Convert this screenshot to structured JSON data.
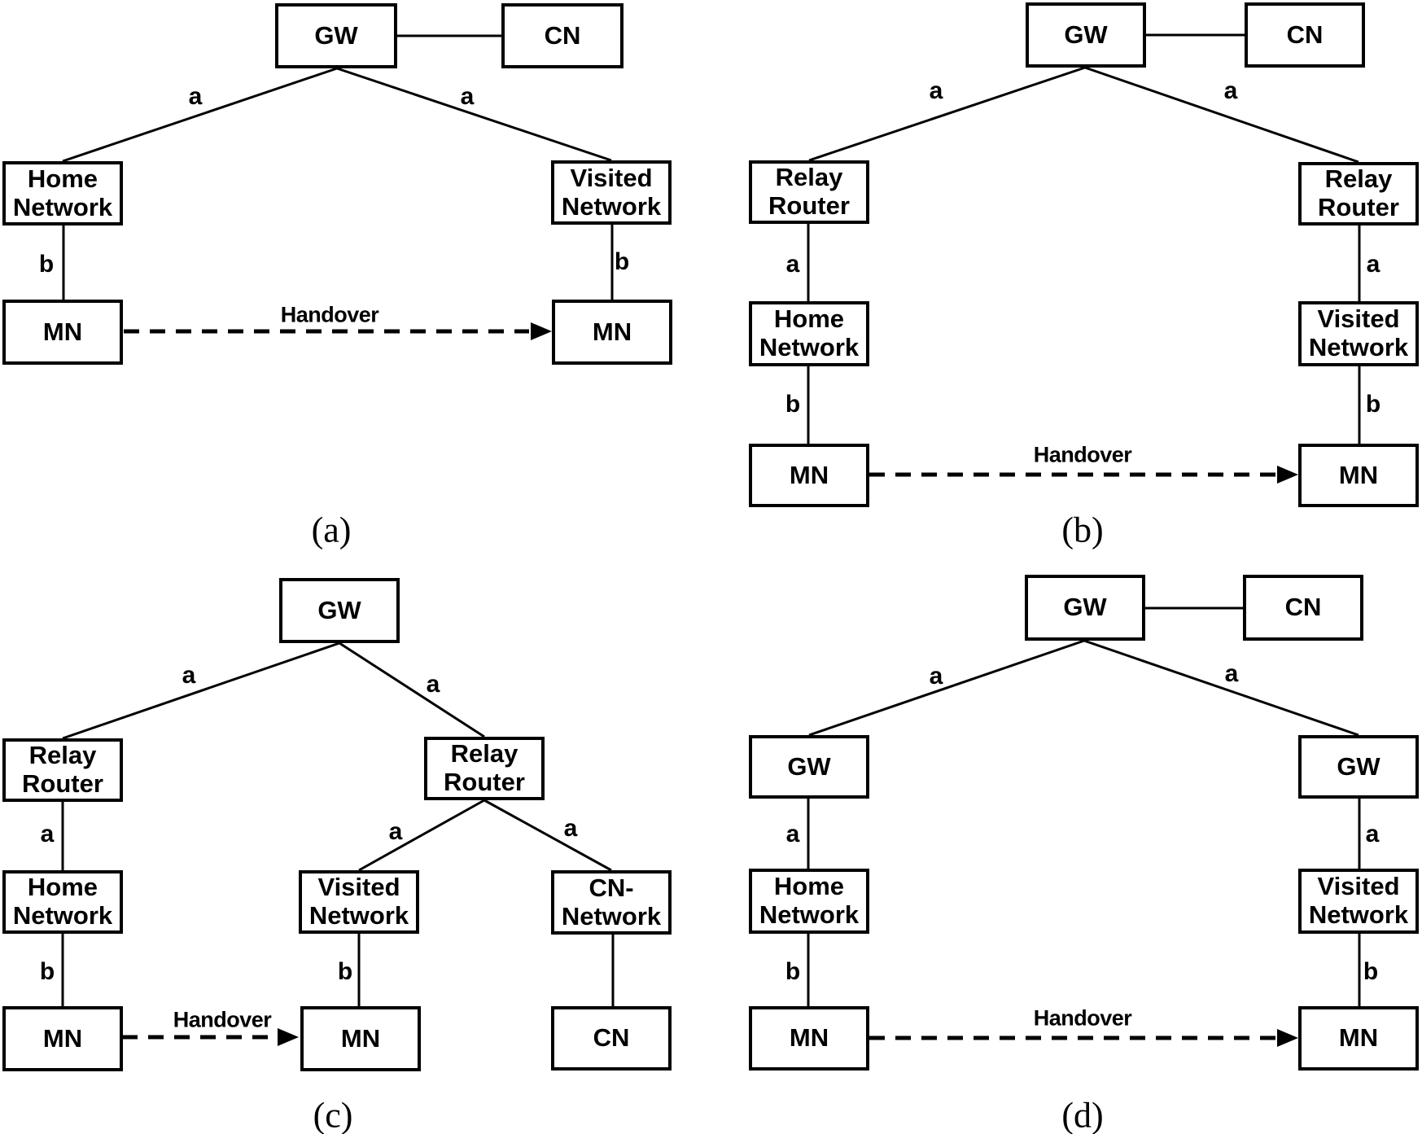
{
  "colors": {
    "ink": "#000000",
    "background": "#ffffff"
  },
  "figure": {
    "panels": {
      "a": {
        "caption": "(a)",
        "handover_label": "Handover",
        "nodes": {
          "gw": "GW",
          "cn": "CN",
          "home_network": "Home Network",
          "visited_network": "Visited Network",
          "mn_home": "MN",
          "mn_visited": "MN"
        },
        "edge_labels": {
          "gw_home": "a",
          "gw_visited": "a",
          "home_mn": "b",
          "visited_mn": "b"
        }
      },
      "b": {
        "caption": "(b)",
        "handover_label": "Handover",
        "nodes": {
          "gw": "GW",
          "cn": "CN",
          "relay_router_home": "Relay Router",
          "relay_router_visited": "Relay Router",
          "home_network": "Home Network",
          "visited_network": "Visited Network",
          "mn_home": "MN",
          "mn_visited": "MN"
        },
        "edge_labels": {
          "gw_relay_home": "a",
          "gw_relay_visited": "a",
          "relay_home": "a",
          "relay_visited": "a",
          "home_mn": "b",
          "visited_mn": "b"
        }
      },
      "c": {
        "caption": "(c)",
        "handover_label": "Handover",
        "nodes": {
          "gw": "GW",
          "relay_router_home": "Relay Router",
          "relay_router_right": "Relay Router",
          "home_network": "Home Network",
          "visited_network": "Visited Network",
          "cn_network": "CN-Network",
          "mn_home": "MN",
          "mn_visited": "MN",
          "cn": "CN"
        },
        "edge_labels": {
          "gw_relay_home": "a",
          "gw_relay_right": "a",
          "relay_home": "a",
          "home_mn": "b",
          "relay_visited": "a",
          "relay_cn_network": "a",
          "visited_mn": "b"
        }
      },
      "d": {
        "caption": "(d)",
        "handover_label": "Handover",
        "nodes": {
          "gw_core": "GW",
          "cn": "CN",
          "gw_home": "GW",
          "gw_visited": "GW",
          "home_network": "Home Network",
          "visited_network": "Visited Network",
          "mn_home": "MN",
          "mn_visited": "MN"
        },
        "edge_labels": {
          "core_gw_home": "a",
          "core_gw_visited": "a",
          "gw_home_net": "a",
          "home_mn": "b",
          "gw_visited_net": "a",
          "visited_mn": "b"
        }
      }
    }
  }
}
